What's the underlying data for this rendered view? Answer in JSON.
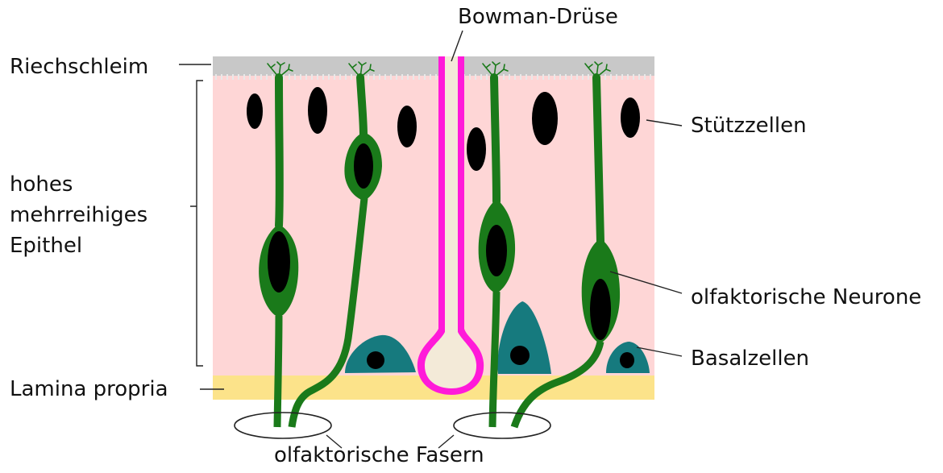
{
  "labels": {
    "bowman": "Bowman-Drüse",
    "riechschleim": "Riechschleim",
    "epithel": [
      "hohes",
      "mehrreihiges",
      "Epithel"
    ],
    "lamina": "Lamina propria",
    "stuetzzellen": "Stützzellen",
    "neurone": "olfaktorische Neurone",
    "basalzellen": "Basalzellen",
    "fasern": "olfaktorische Fasern"
  },
  "colors": {
    "mucus": "#c8c8c8",
    "epithelium": "#fed6d6",
    "lamina": "#fce38a",
    "neuron": "#1a7a1a",
    "nucleus": "#000000",
    "basal_cell": "#167a7e",
    "gland": "#ff1ad9",
    "gland_fill": "#f3ead8",
    "line": "#222222"
  }
}
